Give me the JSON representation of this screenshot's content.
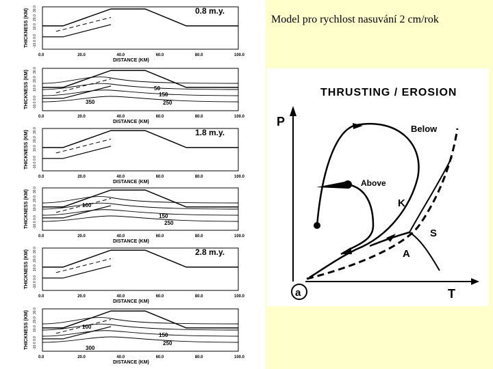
{
  "slide": {
    "title": "Model pro rychlost nasuvání 2 cm/rok"
  },
  "left_panels": {
    "ylabel": "THICKNESS (KM)",
    "xlabel": "DISTANCE (KM)",
    "x_ticks": [
      "0.0",
      "20.0",
      "40.0",
      "60.0",
      "80.0",
      "100.0"
    ],
    "y_ticks": [
      "-10.0",
      "0.0",
      "10.0",
      "20.0",
      "30.0"
    ],
    "panels": [
      {
        "id": "p1",
        "time_label": "0.8 m.y.",
        "isotherm_labels": []
      },
      {
        "id": "p2",
        "time_label": "",
        "isotherm_labels": [
          "50",
          "150",
          "250",
          "350"
        ]
      },
      {
        "id": "p3",
        "time_label": "1.8 m.y.",
        "isotherm_labels": []
      },
      {
        "id": "p4",
        "time_label": "",
        "isotherm_labels": [
          "100",
          "150",
          "250"
        ]
      },
      {
        "id": "p5",
        "time_label": "2.8 m.y.",
        "isotherm_labels": []
      },
      {
        "id": "p6",
        "time_label": "",
        "isotherm_labels": [
          "100",
          "150",
          "250",
          "300"
        ]
      }
    ]
  },
  "ptt_diagram": {
    "title": "THRUSTING / EROSION",
    "p_axis": "P",
    "t_axis": "T",
    "corner_label": "a",
    "labels": {
      "below": "Below",
      "above": "Above",
      "k": "K",
      "s": "S",
      "a": "A"
    }
  }
}
